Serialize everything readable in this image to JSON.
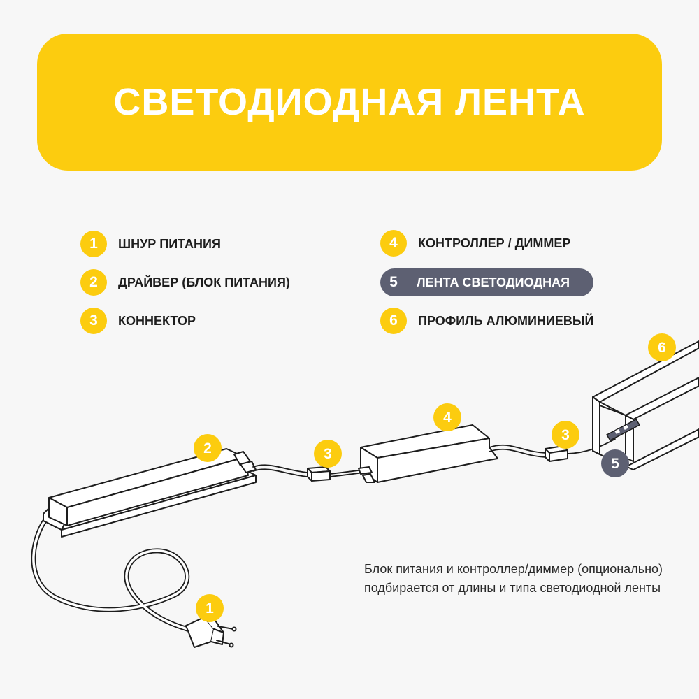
{
  "title": "СВЕТОДИОДНАЯ ЛЕНТА",
  "legend": [
    {
      "num": "1",
      "label": "ШНУР ПИТАНИЯ"
    },
    {
      "num": "2",
      "label": "ДРАЙВЕР (БЛОК ПИТАНИЯ)"
    },
    {
      "num": "3",
      "label": "КОННЕКТОР"
    },
    {
      "num": "4",
      "label": "КОНТРОЛЛЕР / ДИММЕР"
    },
    {
      "num": "5",
      "label": "ЛЕНТА СВЕТОДИОДНАЯ"
    },
    {
      "num": "6",
      "label": "ПРОФИЛЬ АЛЮМИНИЕВЫЙ"
    }
  ],
  "callouts": {
    "power_cord": "1",
    "driver": "2",
    "connector_a": "3",
    "connector_b": "3",
    "controller": "4",
    "led_strip": "5",
    "profile": "6"
  },
  "note": "Блок питания и контроллер/диммер (опционально) подбирается от длины и типа светодиодной ленты",
  "colors": {
    "accent": "#fccc0f",
    "highlight": "#5d6072",
    "background": "#f7f7f7",
    "line": "#1d1d1d"
  }
}
